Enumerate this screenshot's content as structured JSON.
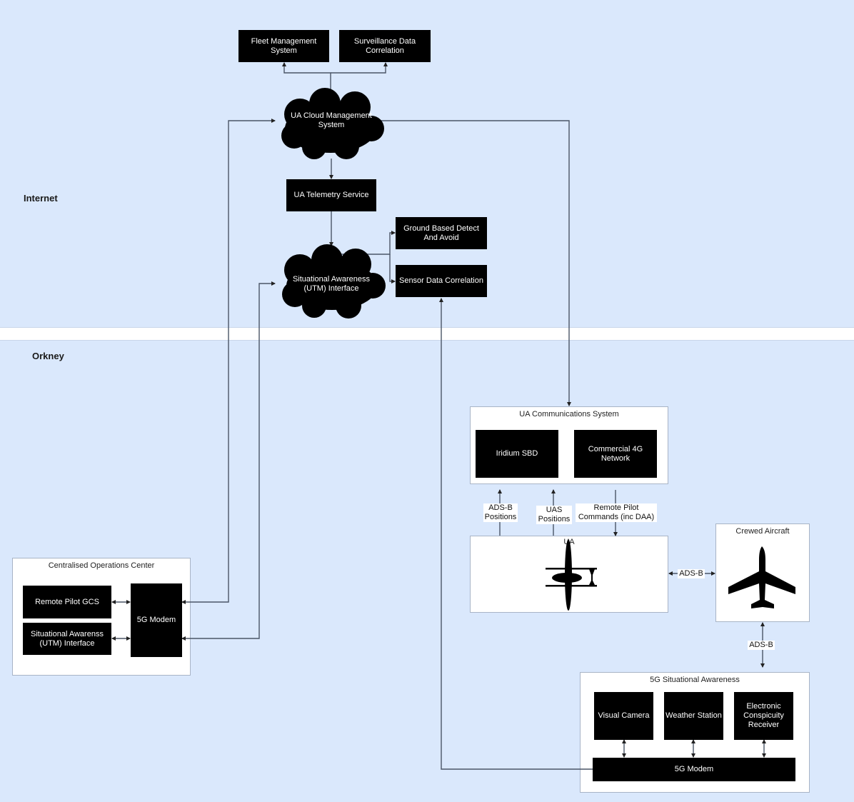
{
  "regions": {
    "internet": {
      "label": "Internet"
    },
    "orkney": {
      "label": "Orkney"
    }
  },
  "internet_nodes": {
    "fleet_management": "Fleet Management\nSystem",
    "surveillance_correlation": "Surveillance Data\nCorrelation",
    "cloud_management": "UA Cloud Management\nSystem",
    "telemetry_service": "UA Telemetry Service",
    "ground_daa": "Ground Based Detect\nAnd Avoid",
    "sensor_correlation": "Sensor Data Correlation",
    "situational_awareness_cloud": "Situational Awareness\n(UTM) Interface"
  },
  "ops_center": {
    "title": "Centralised Operations Center",
    "remote_pilot_gcs": "Remote Pilot GCS",
    "situational_interface": "Situational Awarenss\n(UTM) Interface",
    "modem": "5G Modem"
  },
  "comms_system": {
    "title": "UA Communications System",
    "iridium": "Iridium SBD",
    "commercial_4g": "Commercial 4G\nNetwork"
  },
  "ua": {
    "title": "UA",
    "icon": "drone-icon"
  },
  "crewed_aircraft": {
    "title": "Crewed Aircraft",
    "icon": "airplane-icon"
  },
  "situational_5g": {
    "title": "5G Situational Awareness",
    "visual_camera": "Visual Camera",
    "weather_station": "Weather Station",
    "ec_receiver": "Electronic\nConspicuity\nReceiver",
    "modem": "5G Modem"
  },
  "edge_labels": {
    "adsb_positions": "ADS-B\nPositions",
    "uas_positions": "UAS\nPositions",
    "remote_pilot_commands": "Remote Pilot\nCommands (inc DAA)",
    "ua_to_crewed": "ADS-B",
    "crewed_to_5g": "ADS-B"
  },
  "colors": {
    "region_fill": "#dae8fc",
    "node_fill": "#000000",
    "group_fill": "#ffffff",
    "connector": "#4a5566"
  }
}
